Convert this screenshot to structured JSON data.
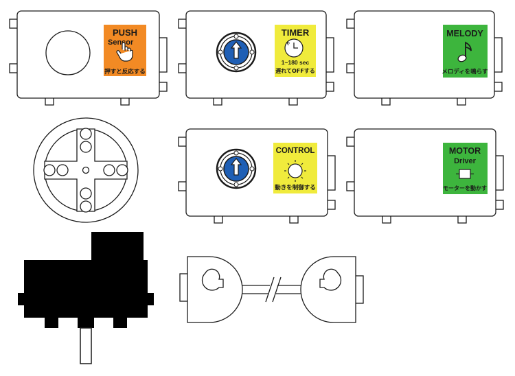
{
  "modules": {
    "push": {
      "title": "PUSH",
      "title2": "Sensor",
      "subtitle": "押すと反応する",
      "bg": "#f28a24",
      "icon": "pointing-hand-icon"
    },
    "timer": {
      "title": "TIMER",
      "range": "1~180 sec",
      "subtitle": "遅れてOFFする",
      "bg": "#f0eb3c",
      "icon": "clock-icon"
    },
    "melody": {
      "title": "MELODY",
      "subtitle": "メロディを鳴らす",
      "bg": "#3db53d",
      "icon": "music-note-icon"
    },
    "control": {
      "title": "CONTROL",
      "subtitle": "動きを制御する",
      "bg": "#f0eb3c",
      "icon": "light-bulb-icon"
    },
    "motor": {
      "title": "MOTOR",
      "title2": "Driver",
      "subtitle": "モーターを動かす",
      "bg": "#3db53d",
      "icon": "motor-icon"
    }
  },
  "colors": {
    "dial": "#1f5fb5",
    "outline": "#1a1a1a"
  }
}
